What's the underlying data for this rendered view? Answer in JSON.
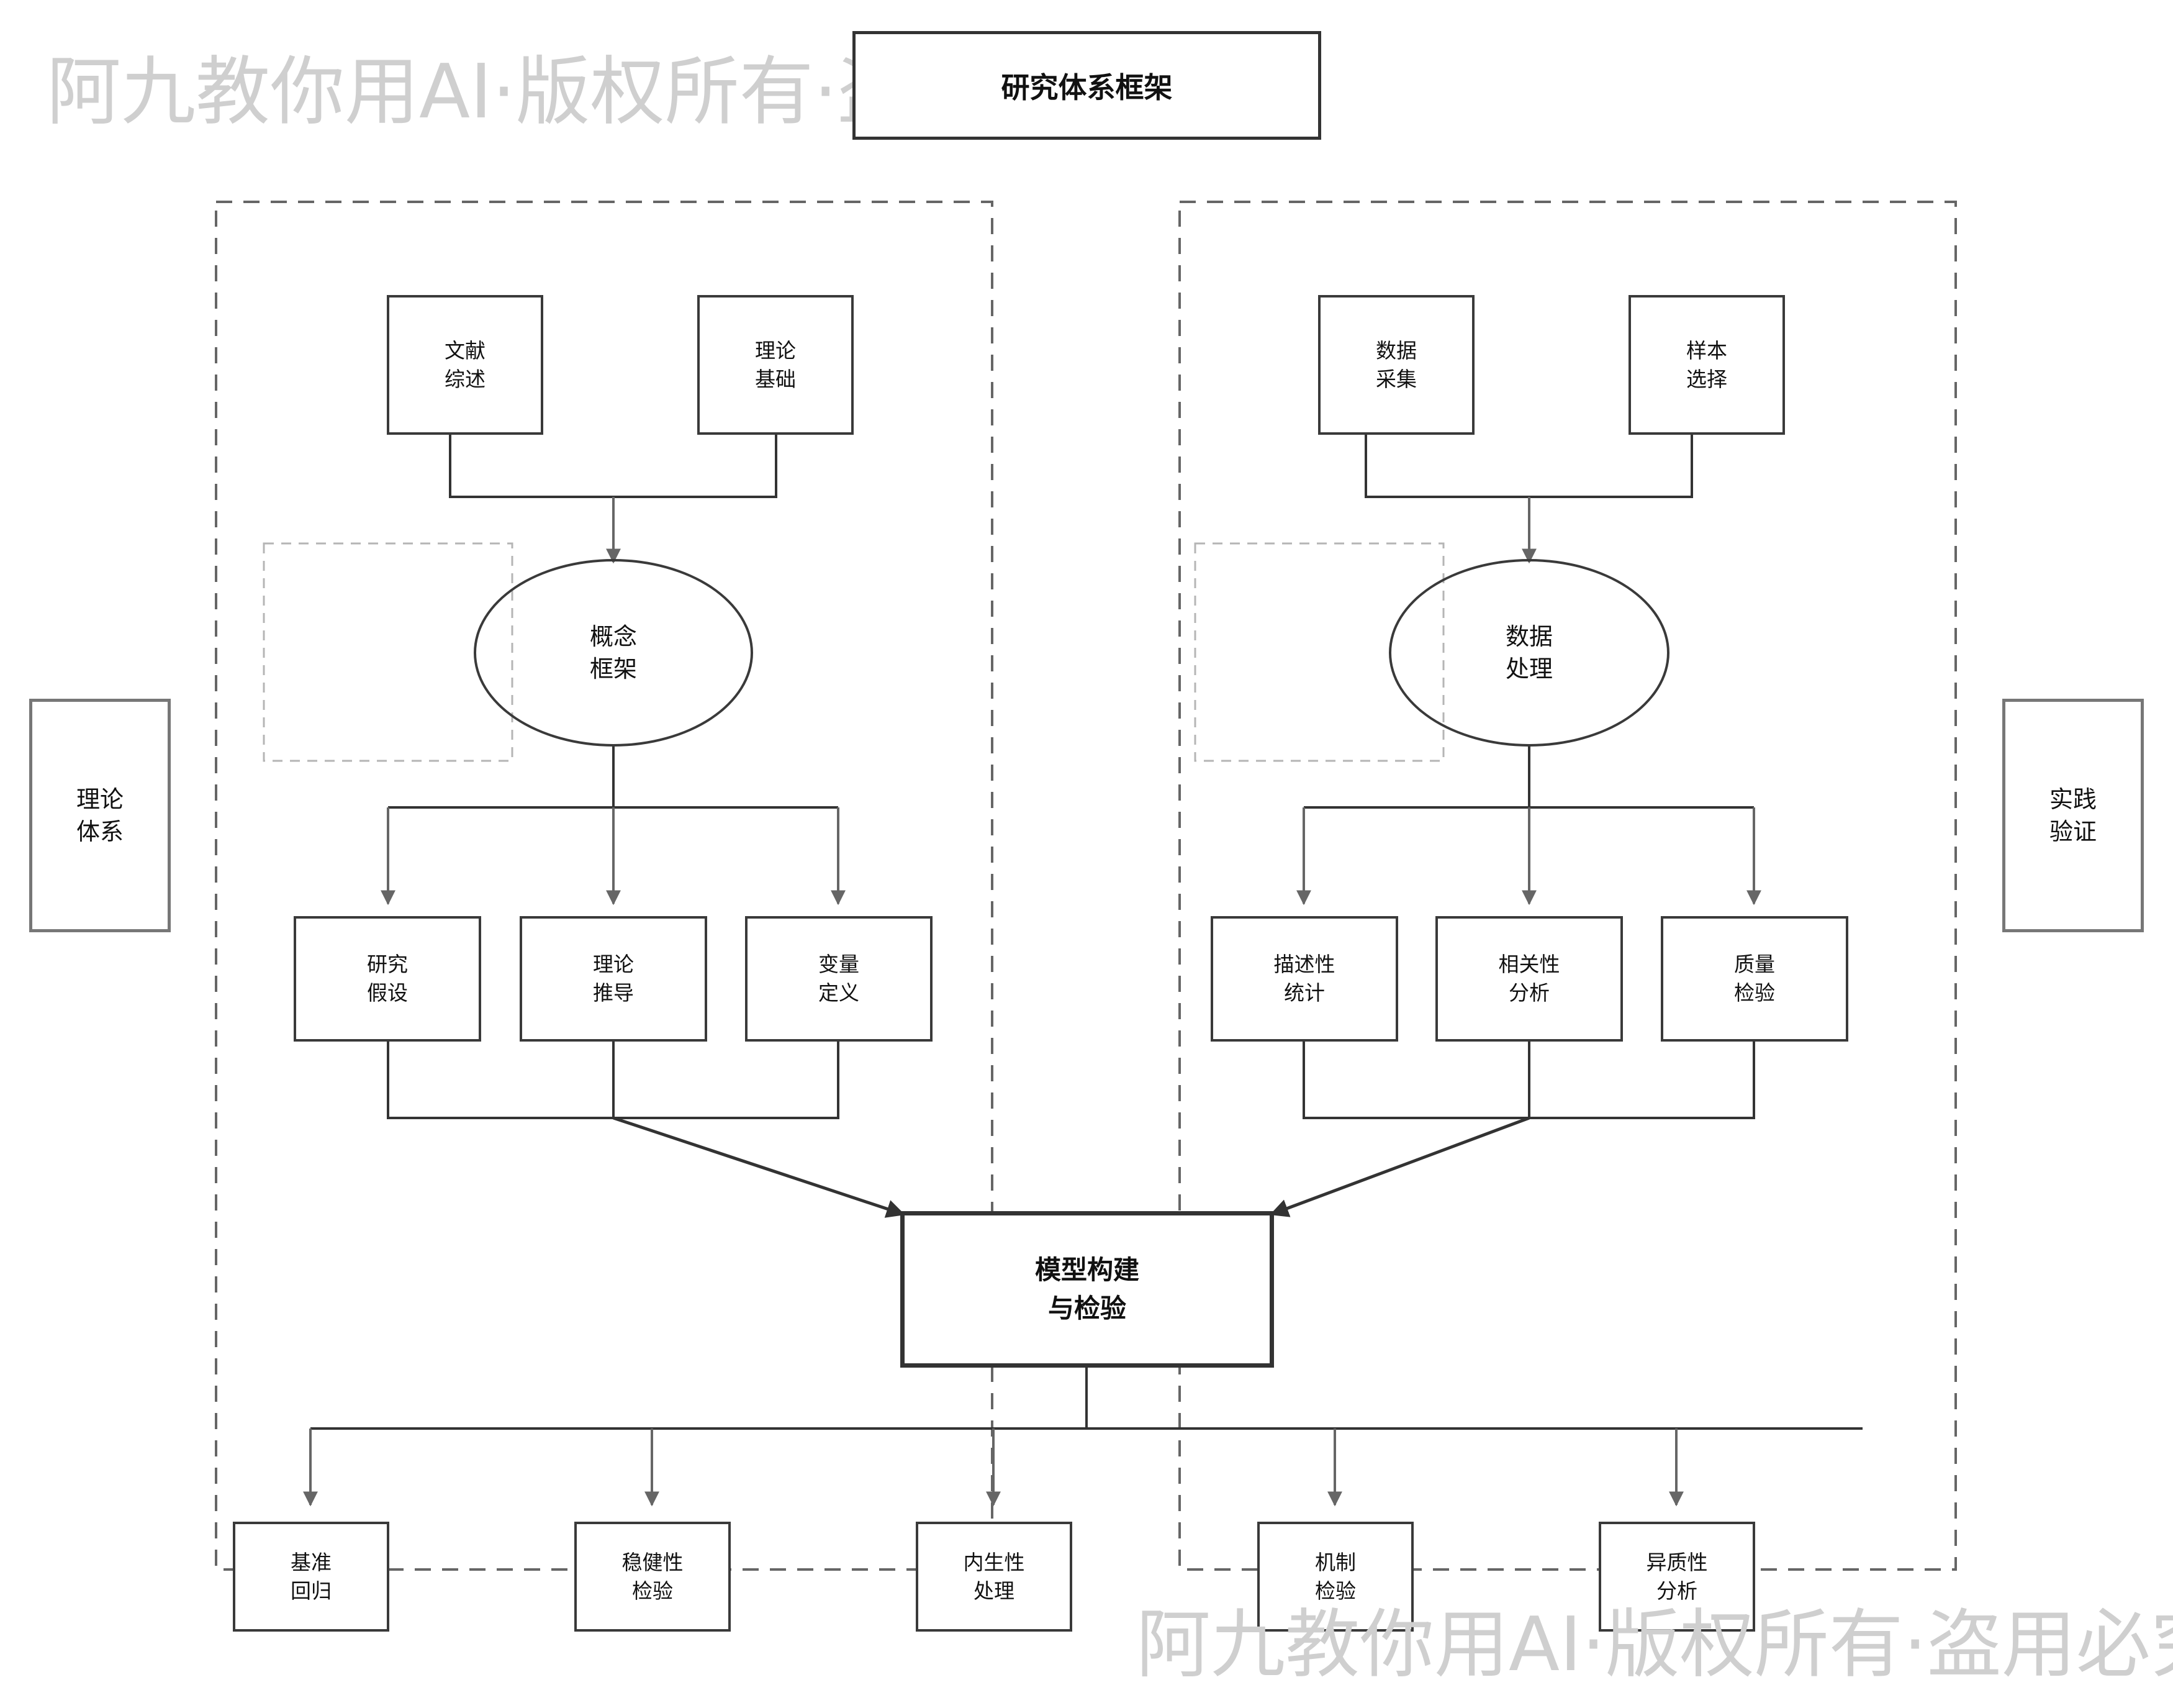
{
  "title": "研究体系框架",
  "watermark": "阿九教你用AI·版权所有·盗用必究",
  "side_labels": {
    "left": "理论\n体系",
    "right": "实践\n验证"
  },
  "left_group": {
    "inputs": [
      "文献\n综述",
      "理论\n基础"
    ],
    "center": "概念\n框架",
    "branches": [
      "研究\n假设",
      "理论\n推导",
      "变量\n定义"
    ]
  },
  "right_group": {
    "inputs": [
      "数据\n采集",
      "样本\n选择"
    ],
    "center": "数据\n处理",
    "branches": [
      "描述性\n统计",
      "相关性\n分析",
      "质量\n检验"
    ]
  },
  "core": "模型构建\n与检验",
  "outputs": [
    "基准\n回归",
    "稳健性\n检验",
    "内生性\n处理",
    "机制\n检验",
    "异质性\n分析"
  ]
}
